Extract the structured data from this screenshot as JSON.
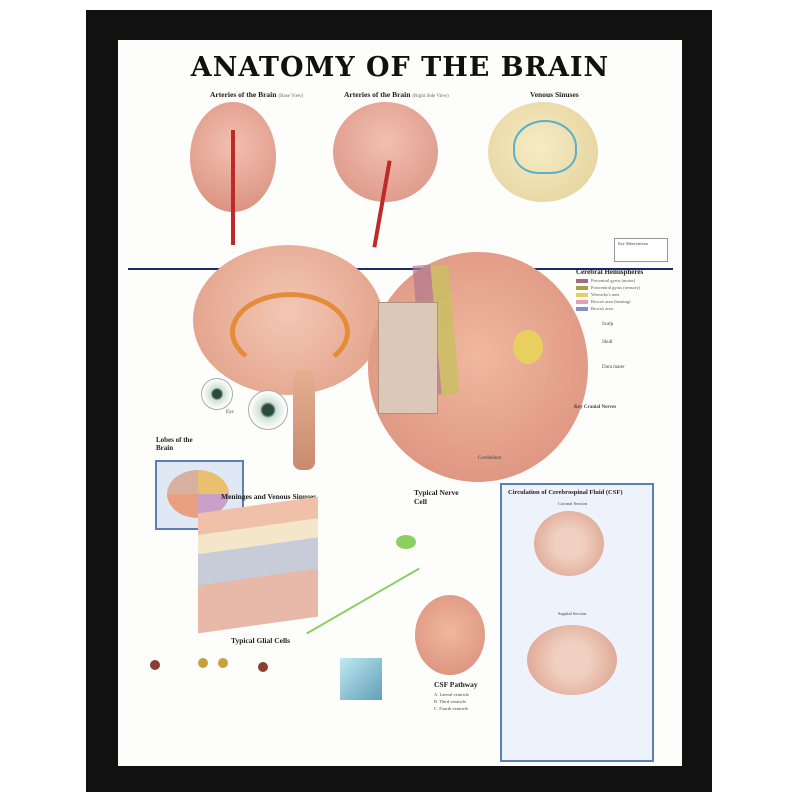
{
  "poster": {
    "title": "ANATOMY OF THE BRAIN",
    "sections": {
      "arteries_base": {
        "title": "Arteries of the Brain",
        "subtitle": "(Base View)"
      },
      "arteries_side": {
        "title": "Arteries of the Brain",
        "subtitle": "(Right Side View)"
      },
      "venous_sinuses": {
        "title": "Venous Sinuses"
      },
      "cerebral_hemispheres": {
        "title": "Cerebral Hemispheres"
      },
      "lobes": {
        "title": "Lobes of the Brain"
      },
      "meninges": {
        "title": "Meninges and Venous Sinuses"
      },
      "nerve_cell": {
        "title": "Typical Nerve Cell"
      },
      "glial_cells": {
        "title": "Typical Glial Cells"
      },
      "csf": {
        "title": "Circulation of Cerebrospinal Fluid (CSF)",
        "coronal": "Coronal Section",
        "sagittal": "Sagittal Section"
      },
      "csf_pathway": {
        "title": "CSF Pathway",
        "items": [
          "A. Lateral ventricle",
          "B. Third ventricle",
          "C. Fourth ventricle"
        ]
      }
    },
    "hemisphere_legend": [
      {
        "label": "Precentral gyrus (motor)",
        "color": "#a86a7a"
      },
      {
        "label": "Postcentral gyrus (sensory)",
        "color": "#a8a040"
      },
      {
        "label": "Wernicke's area",
        "color": "#e8d060"
      },
      {
        "label": "Broca's area (hearing)",
        "color": "#e8a0b0"
      },
      {
        "label": "Broca's area",
        "color": "#8890c8"
      }
    ],
    "boxes": {
      "key_abbreviations": "Key Abbreviations",
      "key_cranial_nerves": "Key Cranial Nerves"
    },
    "labels": {
      "scalp": "Scalp",
      "skull": "Skull",
      "dura_mater": "Dura mater",
      "cerebellum": "Cerebellum",
      "eye": "Eye"
    },
    "colors": {
      "frame": "#111111",
      "accent_blue": "#1b2a6b",
      "brain_pink": "#e8a894",
      "csf_border": "#5a7fb8"
    }
  }
}
